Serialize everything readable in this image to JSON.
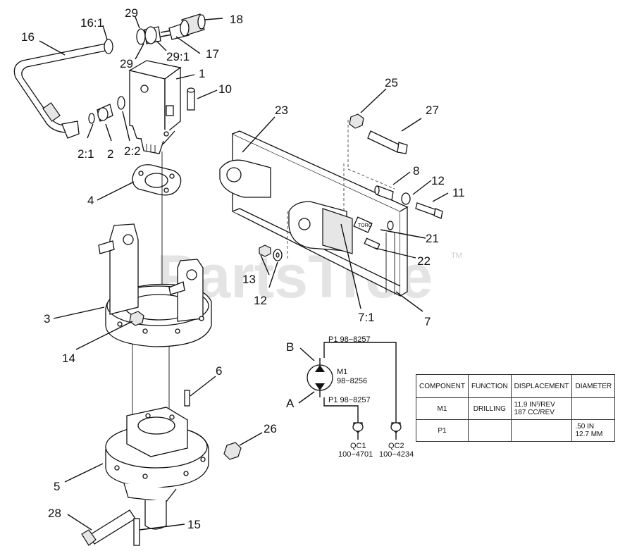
{
  "watermark": {
    "text": "PartsTree",
    "tm": "TM"
  },
  "callouts": {
    "c1": "1",
    "c2": "2",
    "c2_1": "2:1",
    "c2_2": "2:2",
    "c3": "3",
    "c4": "4",
    "c5": "5",
    "c6": "6",
    "c7": "7",
    "c7_1": "7:1",
    "c8": "8",
    "c10": "10",
    "c11": "11",
    "c12a": "12",
    "c12b": "12",
    "c13": "13",
    "c14": "14",
    "c15": "15",
    "c16": "16",
    "c16_1": "16:1",
    "c17": "17",
    "c18": "18",
    "c21": "21",
    "c22": "22",
    "c23": "23",
    "c25": "25",
    "c26": "26",
    "c27": "27",
    "c28": "28",
    "c29a": "29",
    "c29b": "29",
    "c29_1": "29:1"
  },
  "schematic": {
    "port_b": "B",
    "port_a": "A",
    "motor_id": "M1",
    "motor_part": "98−8256",
    "hose_top": "P1 98−8257",
    "hose_bottom": "P1 98−8257",
    "qc1_id": "QC1",
    "qc1_part": "100−4701",
    "qc2_id": "QC2",
    "qc2_part": "100−4234"
  },
  "table": {
    "headers": [
      "COMPONENT",
      "FUNCTION",
      "DISPLACEMENT",
      "DIAMETER"
    ],
    "rows": [
      {
        "component": "M1",
        "function": "DRILLING",
        "disp1": "11.9 IN³/REV",
        "disp2": "187 CC/REV",
        "dia1": "",
        "dia2": ""
      },
      {
        "component": "P1",
        "function": "",
        "disp1": "",
        "disp2": "",
        "dia1": ".50 IN",
        "dia2": "12.7 MM"
      }
    ]
  },
  "decal": {
    "brand": "TORO"
  }
}
